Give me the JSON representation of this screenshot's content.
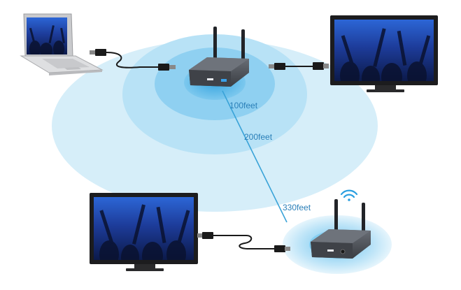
{
  "ranges": {
    "inner": "100feet",
    "middle": "200feet",
    "outer": "330feet"
  },
  "colors": {
    "zone_outer": "#d6eef9",
    "zone_middle": "#b8e2f6",
    "zone_inner": "#8fd0f1",
    "zone_core": "#5fbbea",
    "link_line": "#3aa3d8",
    "label_text": "#2a7fb8",
    "device_body": "#4a4e55",
    "device_top": "#5d626a",
    "antenna": "#222428",
    "cable": "#1a1a1a",
    "screen_bg": "#1b3f9c",
    "bezel": "#1c1c1e",
    "laptop_body": "#d9dadc",
    "wifi": "#2b9fe0"
  },
  "devices": [
    {
      "name": "laptop",
      "icon": "laptop-icon"
    },
    {
      "name": "transmitter",
      "icon": "wireless-transmitter-icon"
    },
    {
      "name": "monitor-top-right",
      "icon": "monitor-icon"
    },
    {
      "name": "monitor-bottom-left",
      "icon": "monitor-icon"
    },
    {
      "name": "receiver",
      "icon": "wireless-receiver-icon"
    },
    {
      "name": "wifi-signal",
      "icon": "wifi-icon"
    }
  ]
}
